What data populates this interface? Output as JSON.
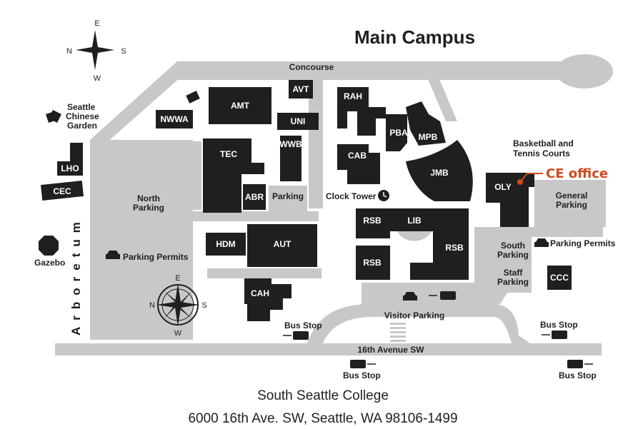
{
  "title": "Main Campus",
  "highlight": {
    "label": "CE office",
    "color": "#d24a1e"
  },
  "roads": {
    "concourse": "Concourse",
    "avenue": "16th Avenue SW"
  },
  "buildings": {
    "avt": "AVT",
    "amt": "AMT",
    "uni": "UNI",
    "nwwa": "NWWA",
    "tec": "TEC",
    "wwb": "WWB",
    "abr": "ABR",
    "rah": "RAH",
    "pba": "PBA",
    "mpb": "MPB",
    "cab": "CAB",
    "jmb": "JMB",
    "oly": "OLY",
    "lho": "LHO",
    "cec": "CEC",
    "hdm": "HDM",
    "aut": "AUT",
    "cah": "CAH",
    "rsb_top": "RSB",
    "lib": "LIB",
    "rsb_right": "RSB",
    "rsb_bottom": "RSB",
    "ccc": "CCC"
  },
  "places": {
    "garden_line1": "Seattle",
    "garden_line2": "Chinese",
    "garden_line3": "Garden",
    "arboretum": "Arboretum",
    "gazebo": "Gazebo",
    "north_parking_1": "North",
    "north_parking_2": "Parking",
    "parking_small": "Parking",
    "clock_tower": "Clock Tower",
    "courts_1": "Basketball and",
    "courts_2": "Tennis Courts",
    "general_parking_1": "General",
    "general_parking_2": "Parking",
    "south_parking_1": "South",
    "south_parking_2": "Parking",
    "staff_parking_1": "Staff",
    "staff_parking_2": "Parking",
    "visitor_parking": "Visitor Parking",
    "parking_permits_left": "Parking Permits",
    "parking_permits_right": "Parking Permits",
    "bus_stop_1": "Bus Stop",
    "bus_stop_2": "Bus Stop",
    "bus_stop_3": "Bus Stop",
    "bus_stop_4": "Bus Stop"
  },
  "compass_top": {
    "n": "N",
    "e": "E",
    "s": "S",
    "w": "W"
  },
  "compass_bottom": {
    "n": "N",
    "e": "E",
    "s": "S",
    "w": "W"
  },
  "caption": {
    "name": "South Seattle College",
    "address": "6000 16th Ave. SW, Seattle, WA 98106-1499"
  }
}
